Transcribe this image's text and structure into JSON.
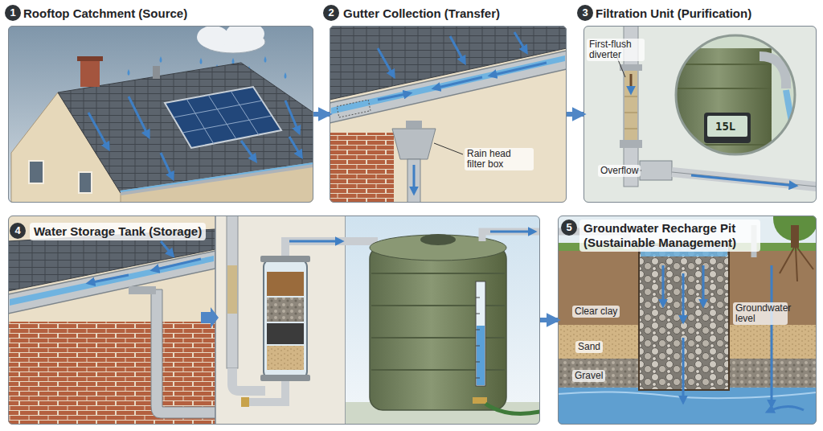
{
  "diagram": {
    "nodes": [
      {
        "text": [
          "Rooftop Catchment (Source)"
        ]
      },
      {
        "text": [
          "Gutter Collection (Transfer)"
        ]
      },
      {
        "text": [
          "Filtration Unit (Purification)"
        ]
      },
      {
        "text": [
          "Water Storage Tank (Storage)"
        ]
      },
      {
        "text": [
          "Groundwater Recharge Pit (Sustainable Management)"
        ]
      }
    ],
    "edges": [
      {
        "from": 0,
        "to": 1,
        "arrow": "to"
      },
      {
        "from": 1,
        "to": 2,
        "arrow": "to"
      },
      {
        "from": 3,
        "to": 4,
        "arrow": "to"
      }
    ],
    "labels": [
      "1",
      "2",
      "3",
      "Rain head filter box",
      "First-flush diverter",
      "Overflow",
      "15L",
      "4",
      "5",
      "Clear clay",
      "Sand",
      "Gravel",
      "Groundwater level"
    ]
  }
}
